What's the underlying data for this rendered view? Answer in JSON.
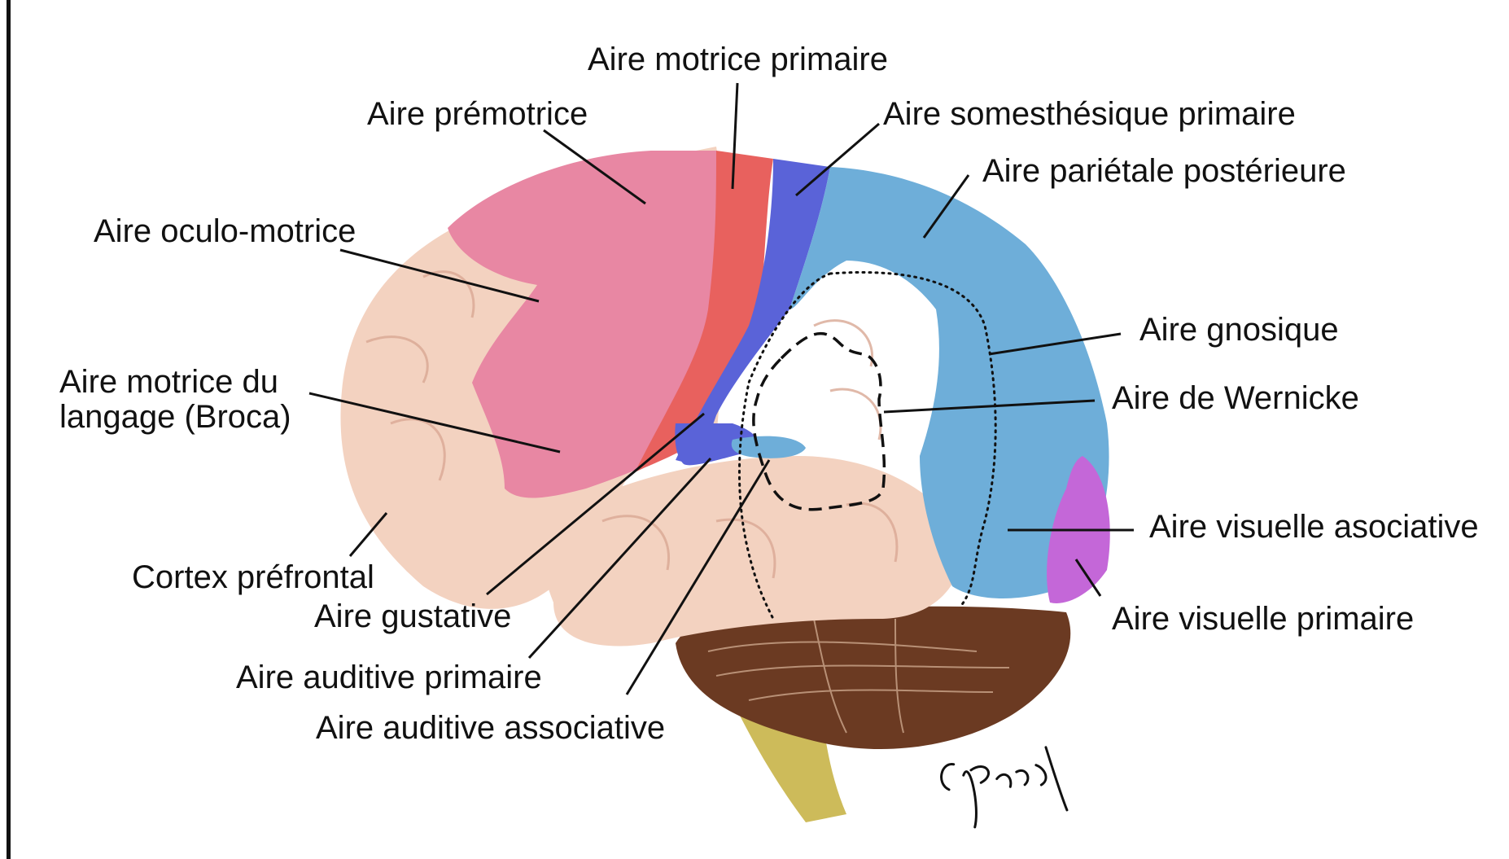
{
  "colors": {
    "background": "#ffffff",
    "cortex_base": "#f3d2c0",
    "cortex_shadow": "#d9a894",
    "premotor": "#e887a3",
    "motor_primary": "#e8615e",
    "somatosensory": "#5a63d8",
    "parietal": "#6eaed9",
    "visual_primary": "#c467d8",
    "cerebellum": "#6b3a22",
    "brainstem": "#cdbb5a",
    "text": "#111111"
  },
  "labels": {
    "motrice_primaire": "Aire motrice primaire",
    "premotrice": "Aire prémotrice",
    "somesthesique": "Aire somesthésique primaire",
    "parietale": "Aire pariétale postérieure",
    "oculo_motrice": "Aire oculo-motrice",
    "gnosique": "Aire gnosique",
    "broca_line1": "Aire motrice du",
    "broca_line2": "langage (Broca)",
    "wernicke": "Aire de Wernicke",
    "visuelle_asso": "Aire visuelle asociative",
    "prefrontal": "Cortex préfrontal",
    "gustative": "Aire gustative",
    "visuelle_prim": "Aire visuelle primaire",
    "auditive_prim": "Aire auditive primaire",
    "auditive_asso": "Aire auditive associative"
  },
  "signature": "C.Proulx"
}
